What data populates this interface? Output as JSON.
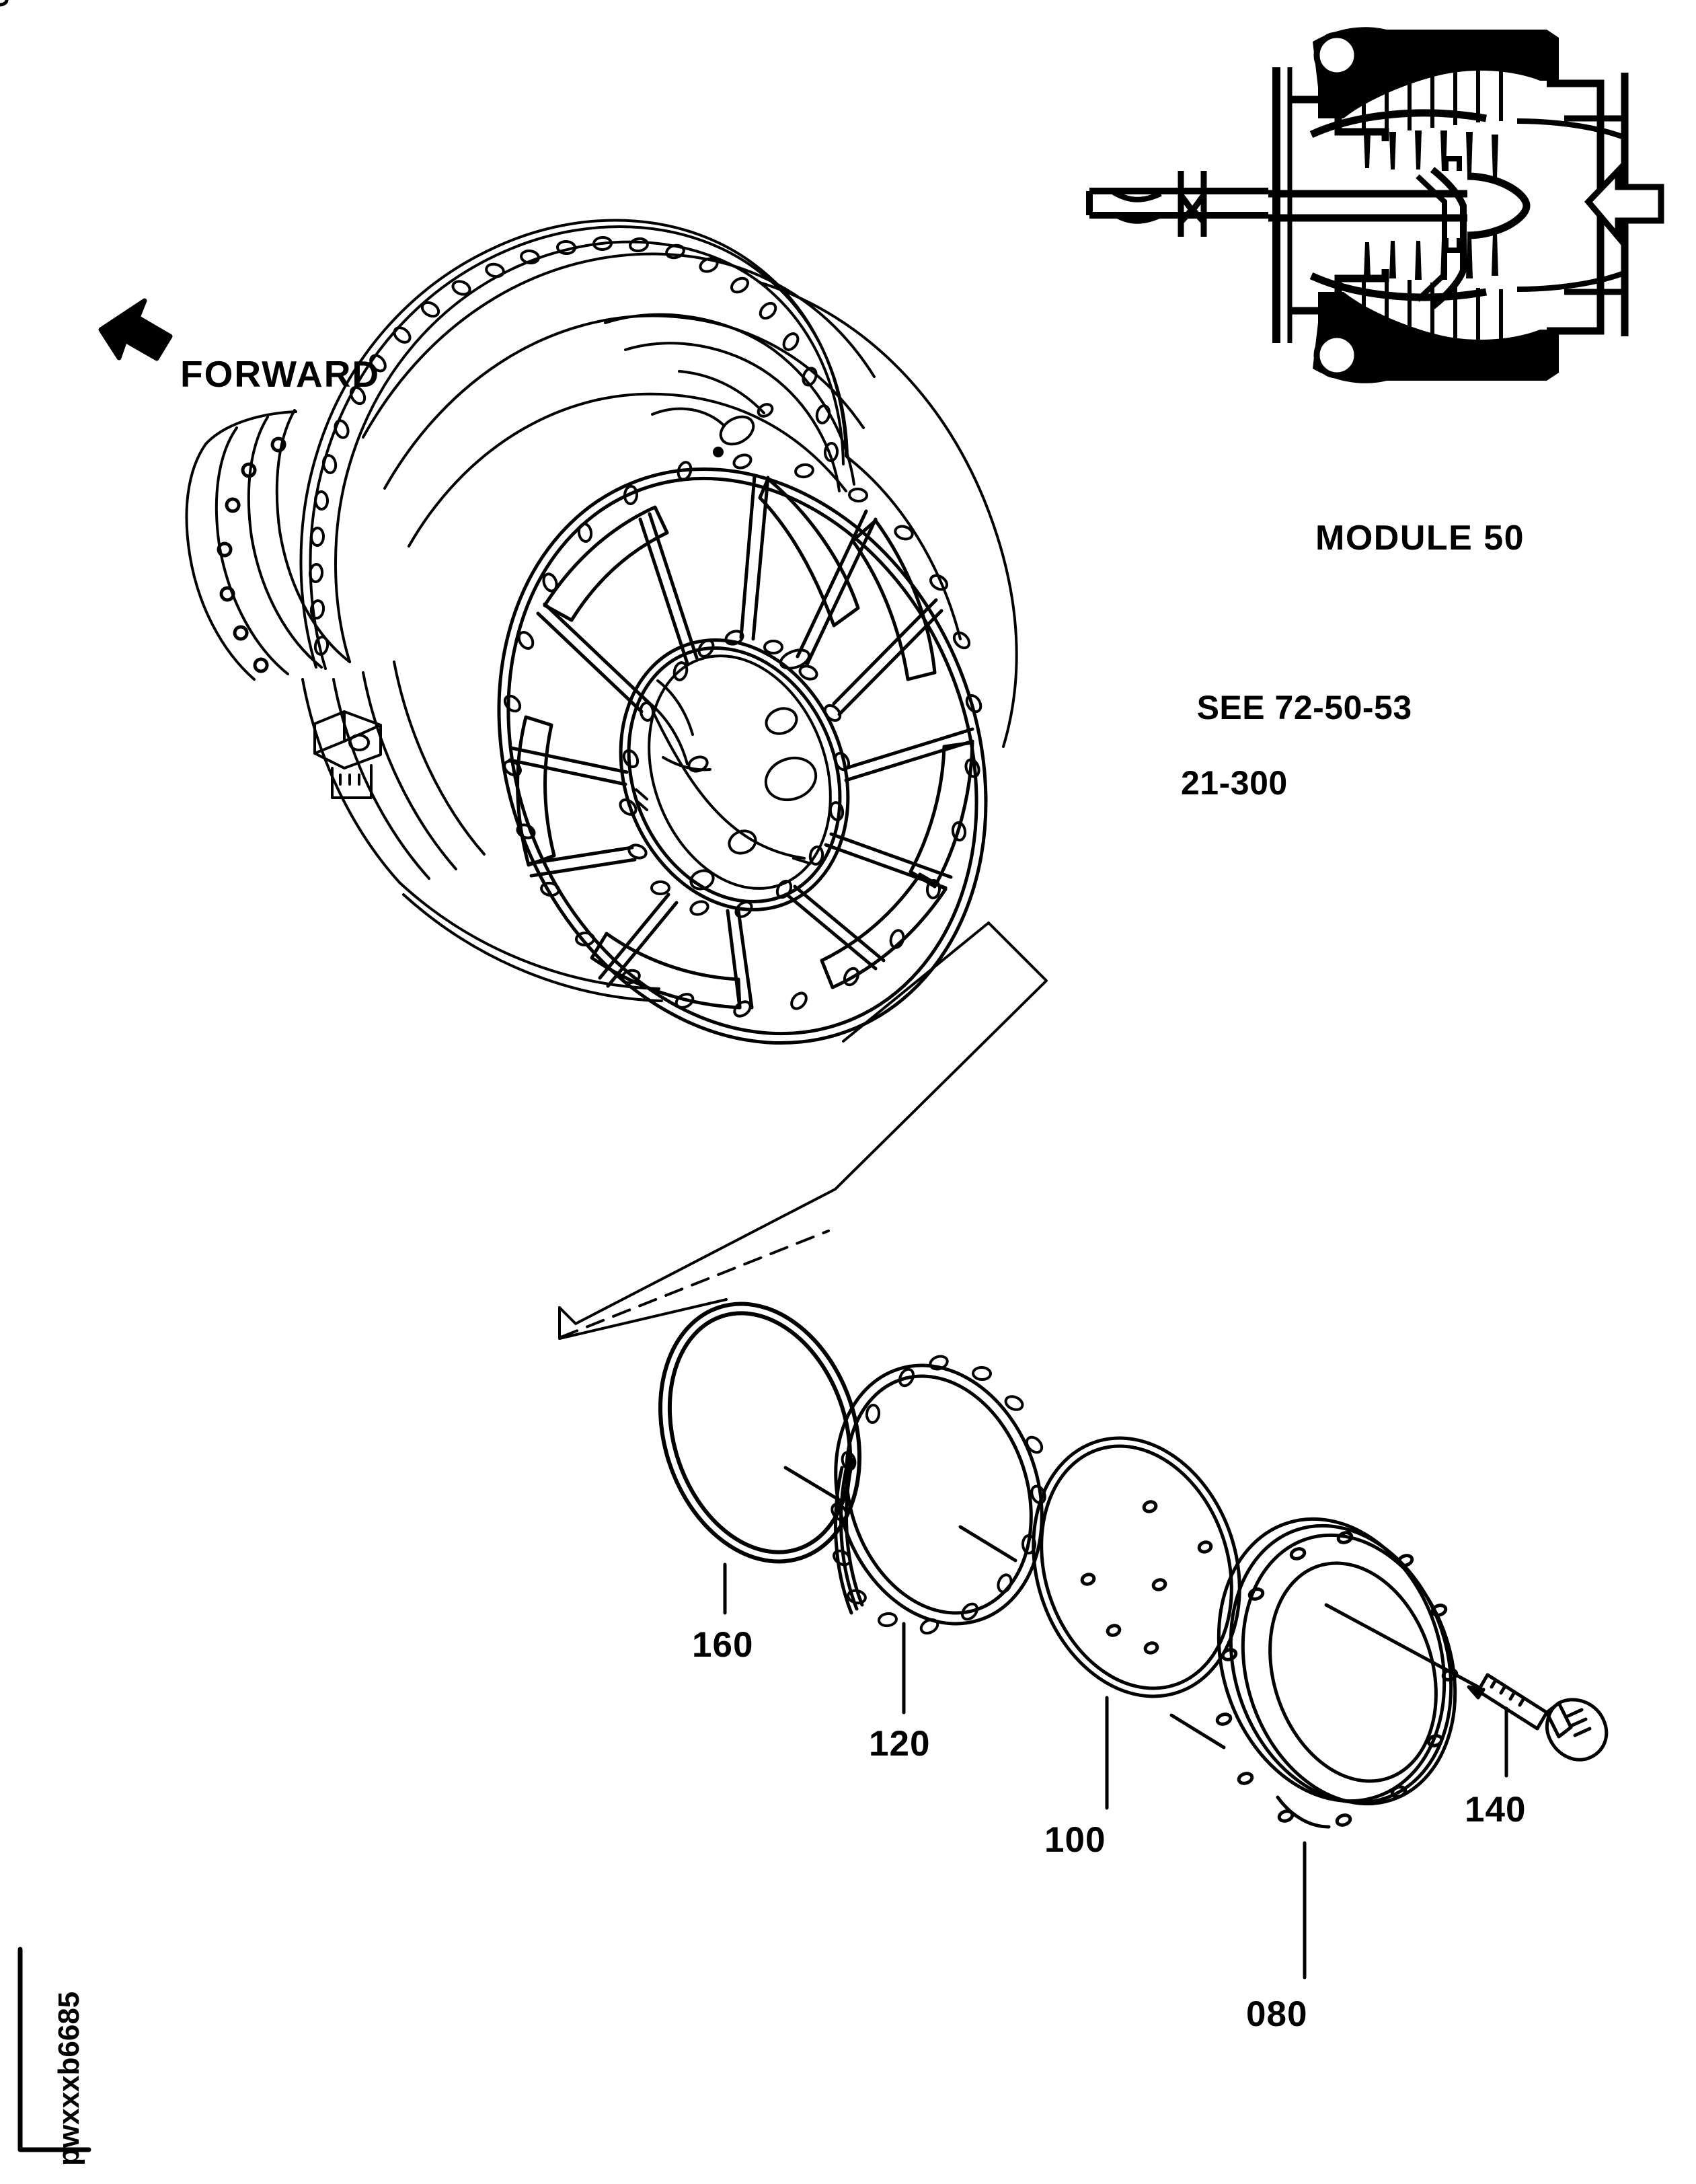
{
  "document": {
    "type": "aircraft-engine-exploded-parts-illustration",
    "background_color": "#ffffff",
    "line_color": "#000000",
    "watermark": "pwxxxb6685"
  },
  "orientation": {
    "arrow_label": "FORWARD",
    "arrow_direction": "up-left"
  },
  "inset": {
    "caption": "MODULE 50",
    "description": "low-pressure turbine cross-section with inward flow arrow"
  },
  "reference_callout": {
    "line1": "SEE 72-50-53",
    "line2": "21-300"
  },
  "part_callouts": [
    {
      "number": "160",
      "part": "o-ring-seal"
    },
    {
      "number": "120",
      "part": "gasket"
    },
    {
      "number": "100",
      "part": "cover-plate"
    },
    {
      "number": "140",
      "part": "bolt"
    },
    {
      "number": "080",
      "part": "flanged-cover-ring"
    }
  ]
}
